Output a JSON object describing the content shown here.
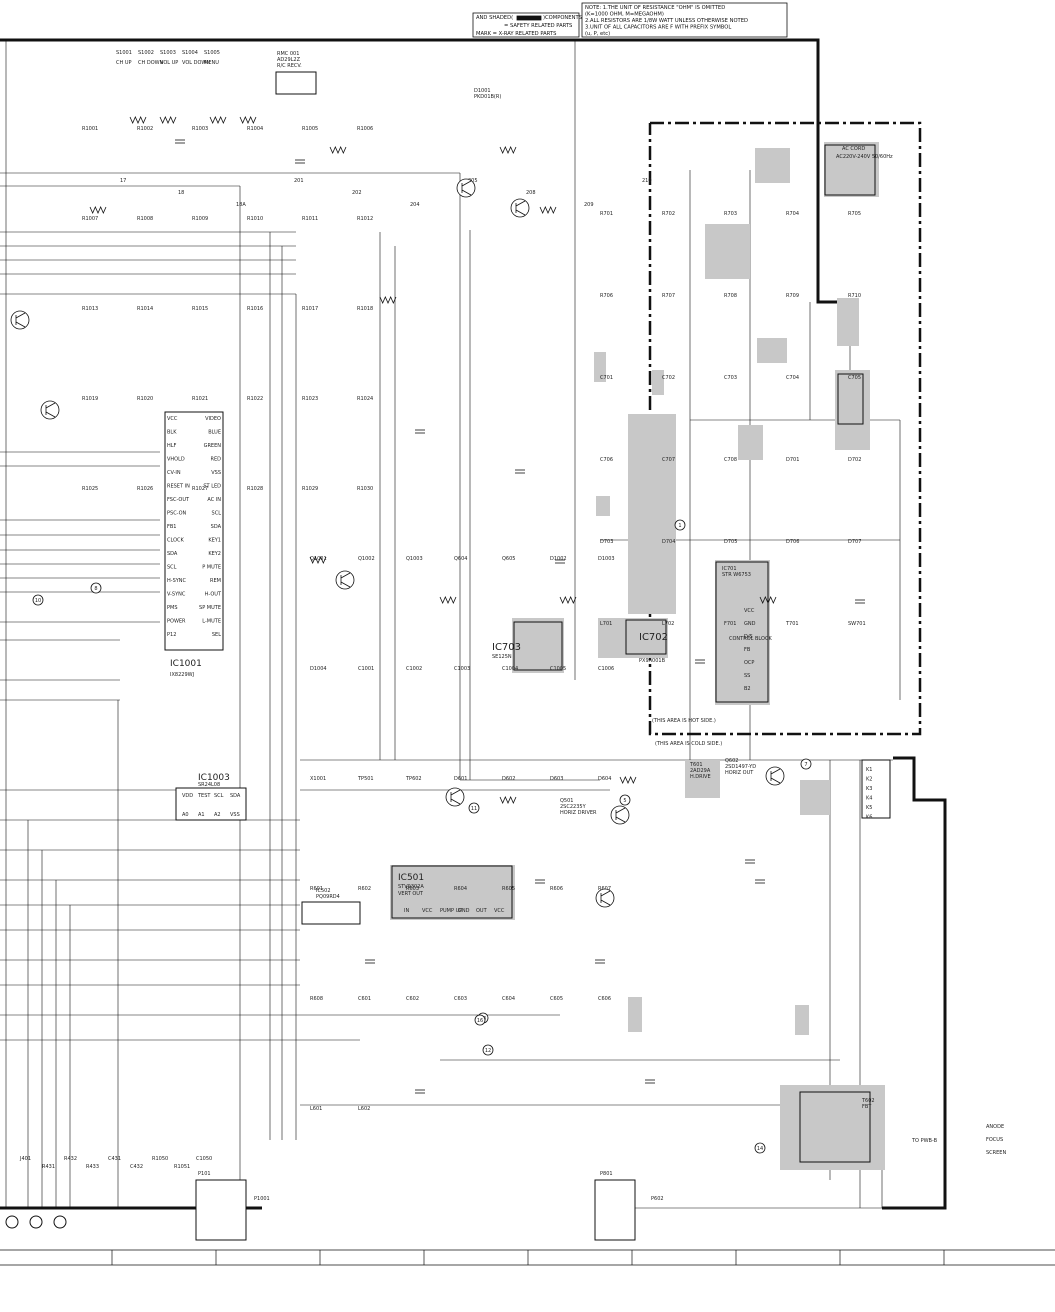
{
  "legend": {
    "shaded_note_a": "AND SHADED(",
    "shaded_note_b": ")COMPONENTS",
    "safety_note": "= SAFETY RELATED PARTS",
    "xray_note": "MARK = X-RAY RELATED PARTS"
  },
  "notes": [
    "NOTE: 1.THE UNIT OF RESISTANCE \"OHM\" IS OMITTED",
    "(K=1000 OHM, M=MEGAOHM)",
    "2.ALL RESISTORS ARE 1/8W WATT UNLESS OTHERWISE NOTED",
    "3.UNIT OF ALL CAPACITORS ARE F WITH PREFIX SYMBOL",
    "(u, P, etc)"
  ],
  "switches": [
    "S1001",
    "S1002",
    "S1003",
    "S1004",
    "S1005"
  ],
  "switch_functions": [
    "CH UP",
    "CH DOWN",
    "VOL UP",
    "VOL DOWN",
    "MENU"
  ],
  "rmc": {
    "ref": "RMC 001",
    "part": "AD29L2Z",
    "desc": "R/C RECV."
  },
  "led": {
    "ref": "D1001",
    "part": "PKD01B(R)"
  },
  "ic1001": {
    "ref": "IC1001",
    "part": "IX8229WJ"
  },
  "ic1003": {
    "ref": "IC1003",
    "part": "SR24L08"
  },
  "ic501": {
    "ref": "IC501",
    "part": "STV9302A",
    "desc": "VERT OUT"
  },
  "ic502": {
    "ref": "IC502",
    "part": "PQ09RD4"
  },
  "ic701": {
    "ref": "IC701",
    "part": "STR W6753",
    "desc": "CONTROL BLOCK"
  },
  "ic702": {
    "ref": "IC702",
    "part": "PX9A001B"
  },
  "ic703": {
    "ref": "IC703",
    "part": "SE125N"
  },
  "q501": {
    "ref": "Q501",
    "part": "2SC2235Y",
    "desc": "HORIZ DRIVER"
  },
  "q602": {
    "ref": "Q602",
    "part": "2SD1497-YD",
    "desc": "HORIZ OUT"
  },
  "t601": {
    "ref": "T601",
    "part": "2AD29A",
    "desc": "H.DRIVE"
  },
  "t602": {
    "ref": "T602",
    "part": "FBT"
  },
  "ac_cord": {
    "ref": "AC CORD",
    "part": "AC220V-240V 50/60Hz"
  },
  "hot_side": "(THIS AREA IS HOT SIDE.)",
  "cold_side": "(THIS AREA IS COLD SIDE.)",
  "ic701_pins": [
    "VCC",
    "GND",
    "D/S",
    "FB",
    "OCP",
    "SS",
    "B2"
  ],
  "ic1001_left_pins": [
    "VCC",
    "BLK",
    "HLF",
    "VHOLD",
    "CV-IN",
    "RESET IN",
    "FSC-OUT",
    "PSC-ON",
    "FB1",
    "CLOCK",
    "SDA",
    "SCL",
    "H-SYNC",
    "V-SYNC",
    "PMS",
    "POWER",
    "P12"
  ],
  "ic1001_right_pins": [
    "VIDEO",
    "BLUE",
    "GREEN",
    "RED",
    "VSS",
    "ST LED",
    "AC IN",
    "SCL",
    "SDA",
    "KEY1",
    "KEY2",
    "P MUTE",
    "REM",
    "H-OUT",
    "SP MUTE",
    "L-MUTE",
    "SEL"
  ],
  "ic1003_pins": [
    "VDD",
    "TEST",
    "SCL",
    "SDA",
    "A0",
    "A1",
    "A2",
    "VSS"
  ],
  "ic501_pins": [
    "IN",
    "VCC",
    "PUMP UP",
    "GND",
    "OUT",
    "VCC"
  ],
  "focus_labels": [
    "ANODE",
    "FOCUS",
    "SCREEN"
  ],
  "to_pwb": "TO PWB-B",
  "connectors": [
    "P101",
    "P602",
    "P801",
    "P1001"
  ],
  "k_labels": [
    "K1",
    "K2",
    "K3",
    "K4",
    "K5",
    "K6"
  ],
  "circle_marks": [
    "1",
    "5",
    "7",
    "8",
    "10",
    "11",
    "12",
    "13",
    "14",
    "16"
  ],
  "arrow_labels": [
    "17",
    "18",
    "18A",
    "201",
    "202",
    "204",
    "205",
    "208",
    "209",
    "210"
  ],
  "resistor_labels": [
    "R1001",
    "R1002",
    "R1003",
    "R1004",
    "R1005",
    "R1006",
    "R1007",
    "R1008",
    "R1009",
    "R1010",
    "R1011",
    "R1012",
    "R1013",
    "R1014",
    "R1015",
    "R1016",
    "R1017",
    "R1018",
    "R1019",
    "R1020",
    "R1021",
    "R1022",
    "R1023",
    "R1024",
    "R1025",
    "R1026",
    "R1027",
    "R1028",
    "R1029",
    "R1030"
  ],
  "power_labels": [
    "R701",
    "R702",
    "R703",
    "R704",
    "R705",
    "R706",
    "R707",
    "R708",
    "R709",
    "R710",
    "C701",
    "C702",
    "C703",
    "C704",
    "C705",
    "C706",
    "C707",
    "C708",
    "D701",
    "D702",
    "D703",
    "D704",
    "D705",
    "D706",
    "D707",
    "L701",
    "L702",
    "F701",
    "T701",
    "SW701"
  ],
  "misc_labels": [
    "Q1001",
    "Q1002",
    "Q1003",
    "Q604",
    "Q605",
    "D1002",
    "D1003",
    "D1004",
    "C1001",
    "C1002",
    "C1003",
    "C1004",
    "C1005",
    "C1006",
    "X1001",
    "TP501",
    "TP602",
    "D601",
    "D602",
    "D603",
    "D604",
    "R601",
    "R602",
    "R603",
    "R604",
    "R605",
    "R606",
    "R607",
    "R608",
    "C601",
    "C602",
    "C603",
    "C604",
    "C605",
    "C606",
    "L601",
    "L602"
  ],
  "bottom_row_labels": [
    "J401",
    "R431",
    "R432",
    "R433",
    "C431",
    "C432",
    "R1050",
    "R1051",
    "C1050"
  ]
}
